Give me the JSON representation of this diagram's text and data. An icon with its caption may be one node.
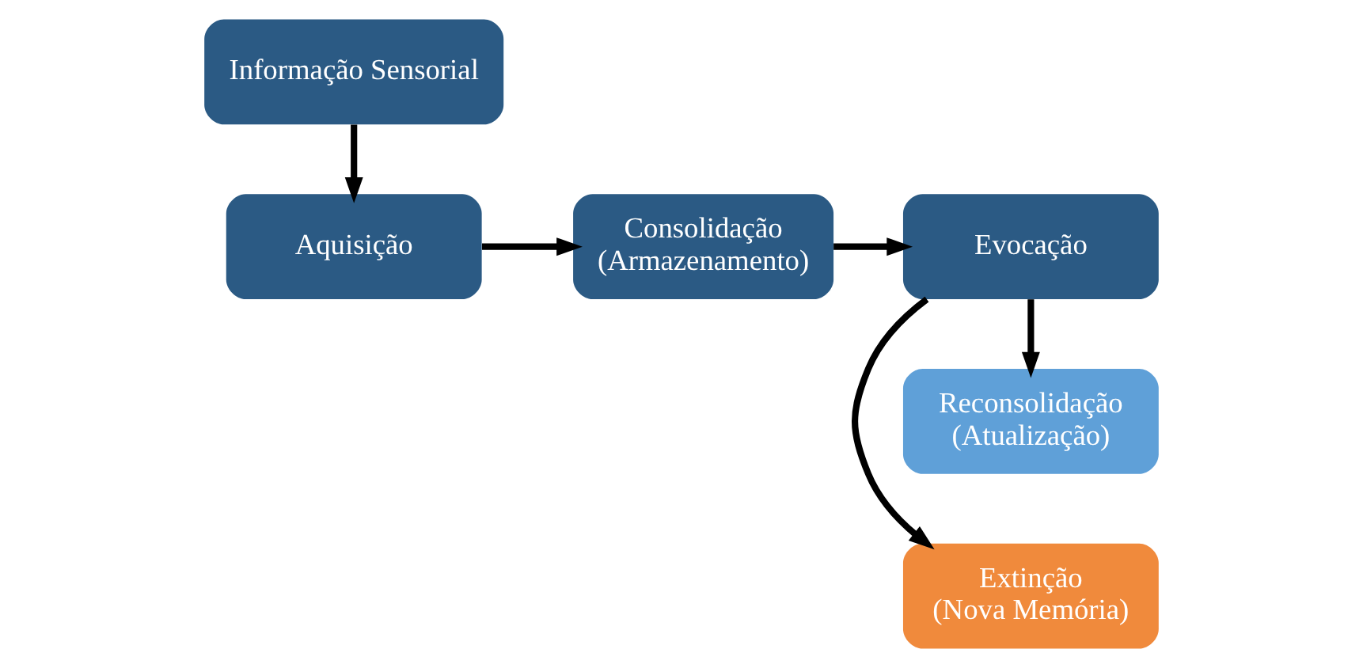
{
  "diagram": {
    "nodes": [
      {
        "text": [
          "Informação Sensorial"
        ]
      },
      {
        "text": [
          "Aquisição"
        ]
      },
      {
        "text": [
          "Consolidação",
          "(Armazenamento)"
        ]
      },
      {
        "text": [
          "Evocação"
        ]
      },
      {
        "text": [
          "Extinção",
          "(Nova Memória)"
        ]
      },
      {
        "text": [
          "Reconsolidação",
          "(Atualização)"
        ]
      }
    ],
    "edges": [
      {
        "from": 0,
        "to": 1,
        "arrow": "to"
      },
      {
        "from": 1,
        "to": 2,
        "arrow": "to"
      },
      {
        "from": 2,
        "to": 3,
        "arrow": "to"
      },
      {
        "from": 3,
        "to": 4,
        "arrow": "to"
      },
      {
        "from": 3,
        "to": 5,
        "arrow": "to"
      }
    ]
  }
}
